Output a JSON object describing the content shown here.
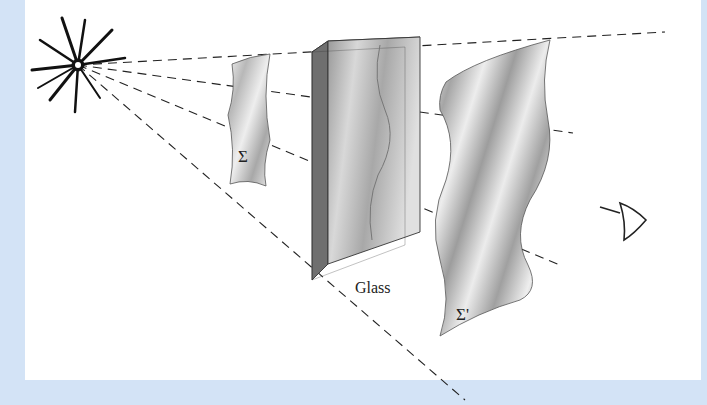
{
  "diagram": {
    "labels": [
      "Σ",
      "Glass",
      "Σ'"
    ]
  }
}
